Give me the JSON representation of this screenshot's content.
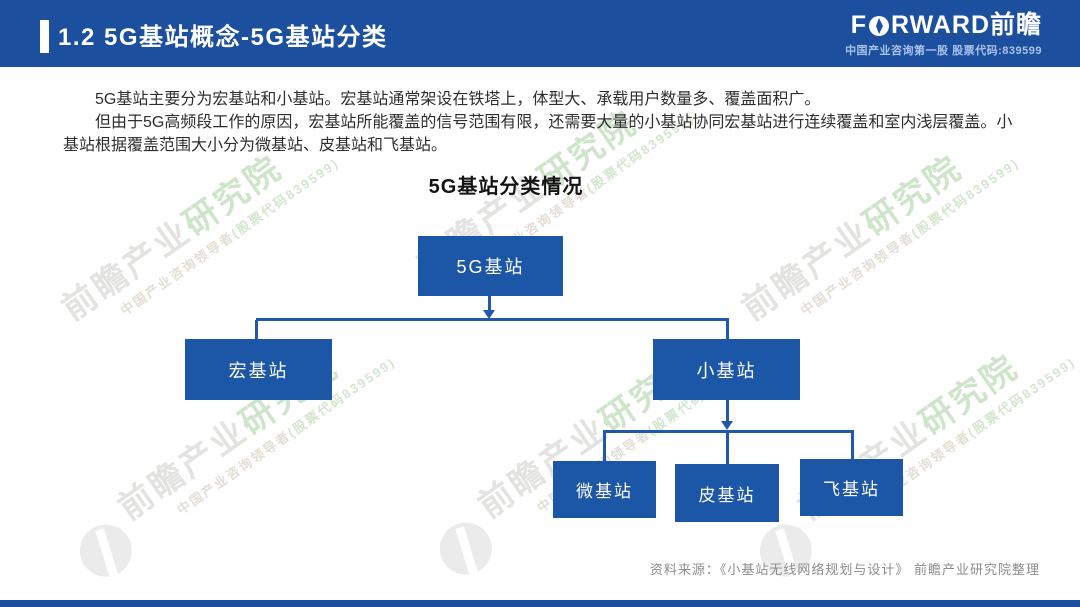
{
  "header": {
    "title": "1.2 5G基站概念-5G基站分类",
    "logo": {
      "part1": "F",
      "part2": "RWARD前瞻",
      "tagline": "中国产业咨询第一股 股票代码:839599"
    }
  },
  "body": {
    "paragraphs": [
      "5G基站主要分为宏基站和小基站。宏基站通常架设在铁塔上，体型大、承载用户数量多、覆盖面积广。",
      "但由于5G高频段工作的原因，宏基站所能覆盖的信号范围有限，还需要大量的小基站协同宏基站进行连续覆盖和室内浅层覆盖。小基站根据覆盖范围大小分为微基站、皮基站和飞基站。"
    ]
  },
  "diagram": {
    "title": "5G基站分类情况",
    "type": "tree",
    "nodes": [
      {
        "id": "5g",
        "label": "5G基站",
        "parent": null
      },
      {
        "id": "macro",
        "label": "宏基站",
        "parent": "5g"
      },
      {
        "id": "small",
        "label": "小基站",
        "parent": "5g"
      },
      {
        "id": "micro",
        "label": "微基站",
        "parent": "small"
      },
      {
        "id": "pico",
        "label": "皮基站",
        "parent": "small"
      },
      {
        "id": "femto",
        "label": "飞基站",
        "parent": "small"
      }
    ],
    "edges": [
      [
        "5G基站",
        "宏基站"
      ],
      [
        "5G基站",
        "小基站"
      ],
      [
        "小基站",
        "微基站"
      ],
      [
        "小基站",
        "皮基站"
      ],
      [
        "小基站",
        "飞基站"
      ]
    ]
  },
  "watermark": {
    "text_primary": "前瞻产业",
    "text_accent": "研究院",
    "subtext_primary": "中国产业咨询领导者",
    "subtext_accent": "(股票代码839599)"
  },
  "footer": {
    "source": "资料来源：《小基站无线网络规划与设计》 前瞻产业研究院整理"
  },
  "colors": {
    "primary_blue": "#1d4f9f",
    "box_blue": "#1c56a7",
    "line_blue": "#2058ad",
    "watermark_gray": "#e3e3e1",
    "watermark_green": "#cfe5cb",
    "source_gray": "#8c8c8c"
  }
}
